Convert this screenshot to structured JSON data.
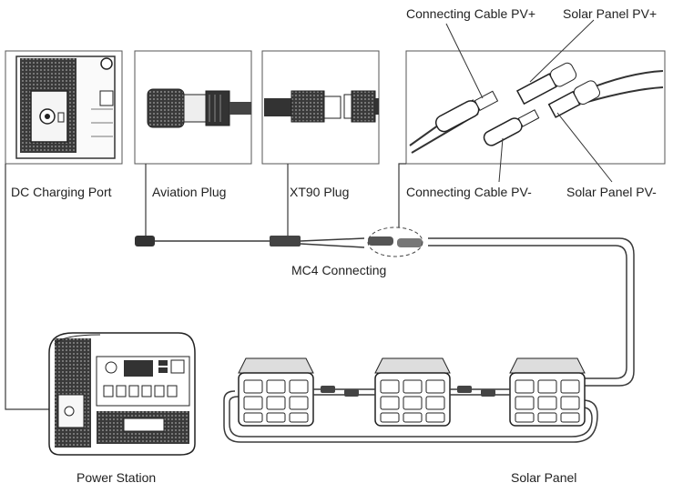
{
  "labels": {
    "dc_charging_port": "DC Charging Port",
    "aviation_plug": "Aviation Plug",
    "xt90_plug": "XT90 Plug",
    "connecting_cable_pv_plus": "Connecting Cable PV+",
    "solar_panel_pv_plus": "Solar Panel PV+",
    "connecting_cable_pv_minus": "Connecting Cable PV-",
    "solar_panel_pv_minus": "Solar Panel PV-",
    "mc4_connecting": "MC4 Connecting",
    "power_station": "Power Station",
    "solar_panel": "Solar Panel"
  },
  "colors": {
    "line": "#3a3a3a",
    "frame": "#555555",
    "fill_dark": "#2b2b2b",
    "fill_light": "#f2f2f2"
  }
}
